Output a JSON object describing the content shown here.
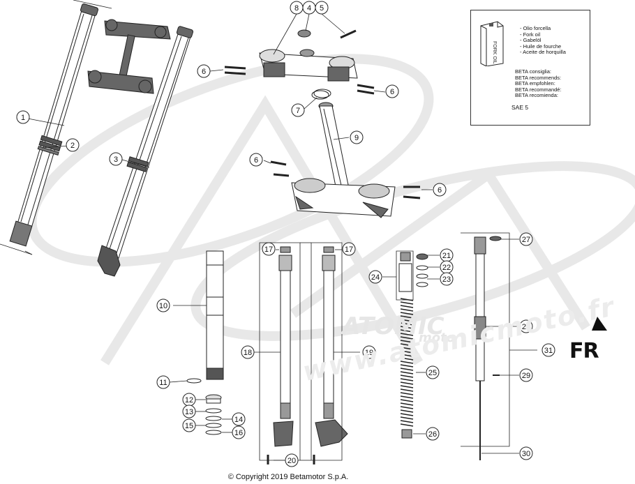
{
  "diagram": {
    "callouts": [
      {
        "id": "c1",
        "label": "1"
      },
      {
        "id": "c2",
        "label": "2"
      },
      {
        "id": "c3",
        "label": "3"
      },
      {
        "id": "c4",
        "label": "4"
      },
      {
        "id": "c5",
        "label": "5"
      },
      {
        "id": "c6a",
        "label": "6"
      },
      {
        "id": "c6b",
        "label": "6"
      },
      {
        "id": "c6c",
        "label": "6"
      },
      {
        "id": "c6d",
        "label": "6"
      },
      {
        "id": "c7",
        "label": "7"
      },
      {
        "id": "c8",
        "label": "8"
      },
      {
        "id": "c9",
        "label": "9"
      },
      {
        "id": "c10",
        "label": "10"
      },
      {
        "id": "c11",
        "label": "11"
      },
      {
        "id": "c12",
        "label": "12"
      },
      {
        "id": "c13",
        "label": "13"
      },
      {
        "id": "c14",
        "label": "14"
      },
      {
        "id": "c15",
        "label": "15"
      },
      {
        "id": "c16",
        "label": "16"
      },
      {
        "id": "c17a",
        "label": "17"
      },
      {
        "id": "c17b",
        "label": "17"
      },
      {
        "id": "c18",
        "label": "18"
      },
      {
        "id": "c19",
        "label": "19"
      },
      {
        "id": "c20",
        "label": "20"
      },
      {
        "id": "c21",
        "label": "21"
      },
      {
        "id": "c22",
        "label": "22"
      },
      {
        "id": "c23",
        "label": "23"
      },
      {
        "id": "c24",
        "label": "24"
      },
      {
        "id": "c25",
        "label": "25"
      },
      {
        "id": "c26",
        "label": "26"
      },
      {
        "id": "c27",
        "label": "27"
      },
      {
        "id": "c28",
        "label": "28"
      },
      {
        "id": "c29",
        "label": "29"
      },
      {
        "id": "c30",
        "label": "30"
      },
      {
        "id": "c31",
        "label": "31"
      }
    ]
  },
  "oil_box": {
    "can_label": "FORK OIL",
    "names": [
      "- Olio forcella",
      "- Fork oil",
      "- Gabelöl",
      "- Huile de fourche",
      "- Aceite de horquilla"
    ],
    "recommend": [
      "BETA consiglia:",
      "BETA recommends:",
      "BETA empfohlen:",
      "BETA recommandé:",
      "BETA recomienda:"
    ],
    "grade": "SAE 5"
  },
  "watermark": {
    "brand": "FR",
    "url": "www.atomicmoto.fr",
    "logo": "ATOMIC",
    "logo_sub": "moto"
  },
  "copyright": "© Copyright 2019 Betamotor S.p.A."
}
